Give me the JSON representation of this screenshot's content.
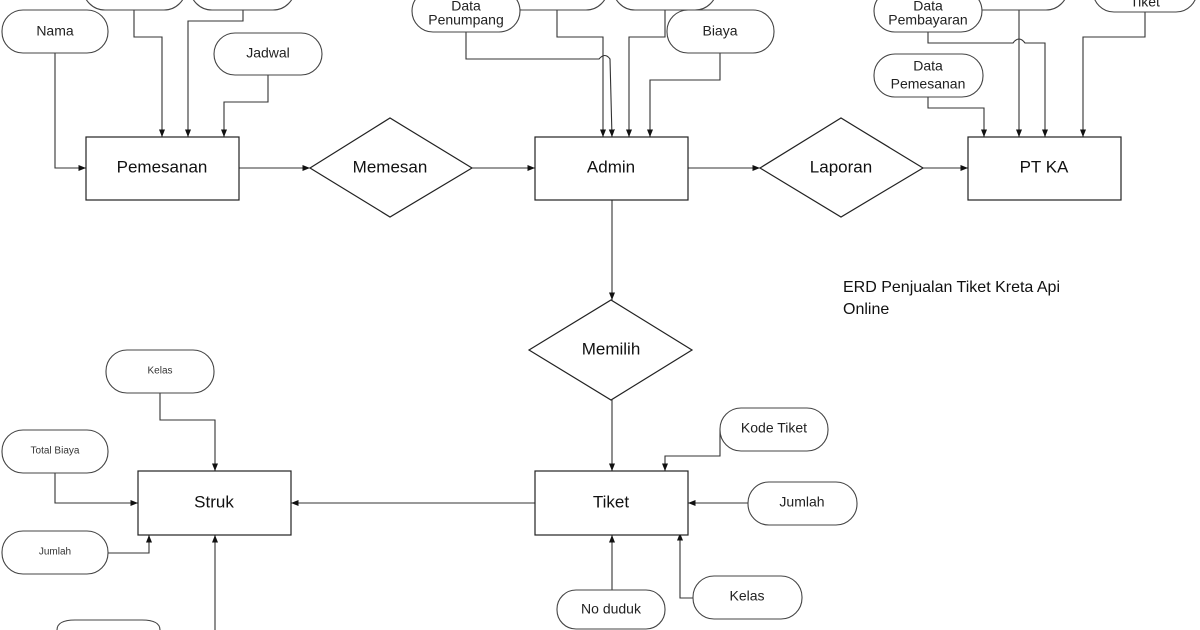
{
  "entities": {
    "pemesanan": "Pemesanan",
    "admin": "Admin",
    "pt_ka": "PT KA",
    "tiket": "Tiket",
    "struk": "Struk"
  },
  "relations": {
    "memesan": "Memesan",
    "laporan": "Laporan",
    "memilih": "Memilih"
  },
  "attributes": {
    "nama": "Nama",
    "jadwal": "Jadwal",
    "data_penumpang_1": "Data",
    "data_penumpang_2": "Penumpang",
    "biaya": "Biaya",
    "data_pembayaran_1": "Data",
    "data_pembayaran_2": "Pembayaran",
    "data_pemesanan_1": "Data",
    "data_pemesanan_2": "Pemesanan",
    "tiket_top": "Tiket",
    "struk_kelas": "Kelas",
    "struk_total_biaya": "Total Biaya",
    "struk_jumlah": "Jumlah",
    "kode_tiket": "Kode Tiket",
    "tiket_jumlah": "Jumlah",
    "tiket_kelas": "Kelas",
    "no_duduk": "No duduk"
  },
  "caption": {
    "line1": "ERD Penjualan Tiket Kreta Api",
    "line2": "Online"
  }
}
